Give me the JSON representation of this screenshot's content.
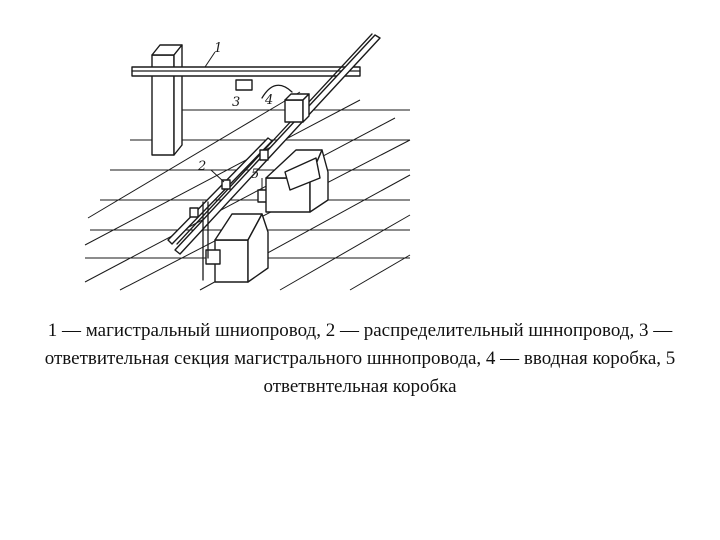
{
  "diagram": {
    "labels": {
      "l1": "1",
      "l2": "2",
      "l3": "3",
      "l4": "4",
      "l5": "5"
    }
  },
  "caption": {
    "text": "1 — магистральный шниопровод, 2 — распределительный шннопровод, 3 — ответвительная секция магистрального шннопровода, 4 — вводная коробка, 5 ответвнтельная коробка"
  }
}
